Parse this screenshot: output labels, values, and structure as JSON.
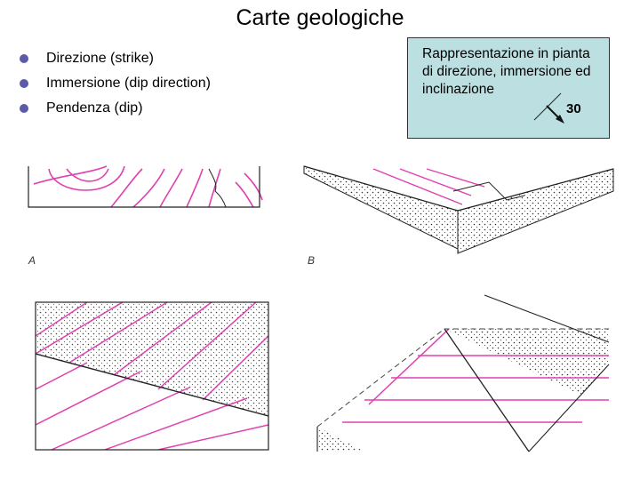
{
  "title": "Carte geologiche",
  "bullets": [
    "Direzione (strike)",
    "Immersione (dip direction)",
    "Pendenza (dip)"
  ],
  "note": {
    "text": "Rappresentazione in pianta di direzione, immersione ed inclinazione",
    "value": "30",
    "icon": "strike-dip-arrow-icon"
  },
  "figure_labels": {
    "a": "A",
    "b": "B"
  },
  "colors": {
    "bullet": "#5b5ba8",
    "note_bg": "#bcdfe1",
    "strata": "#e040b0",
    "outline": "#222222"
  }
}
